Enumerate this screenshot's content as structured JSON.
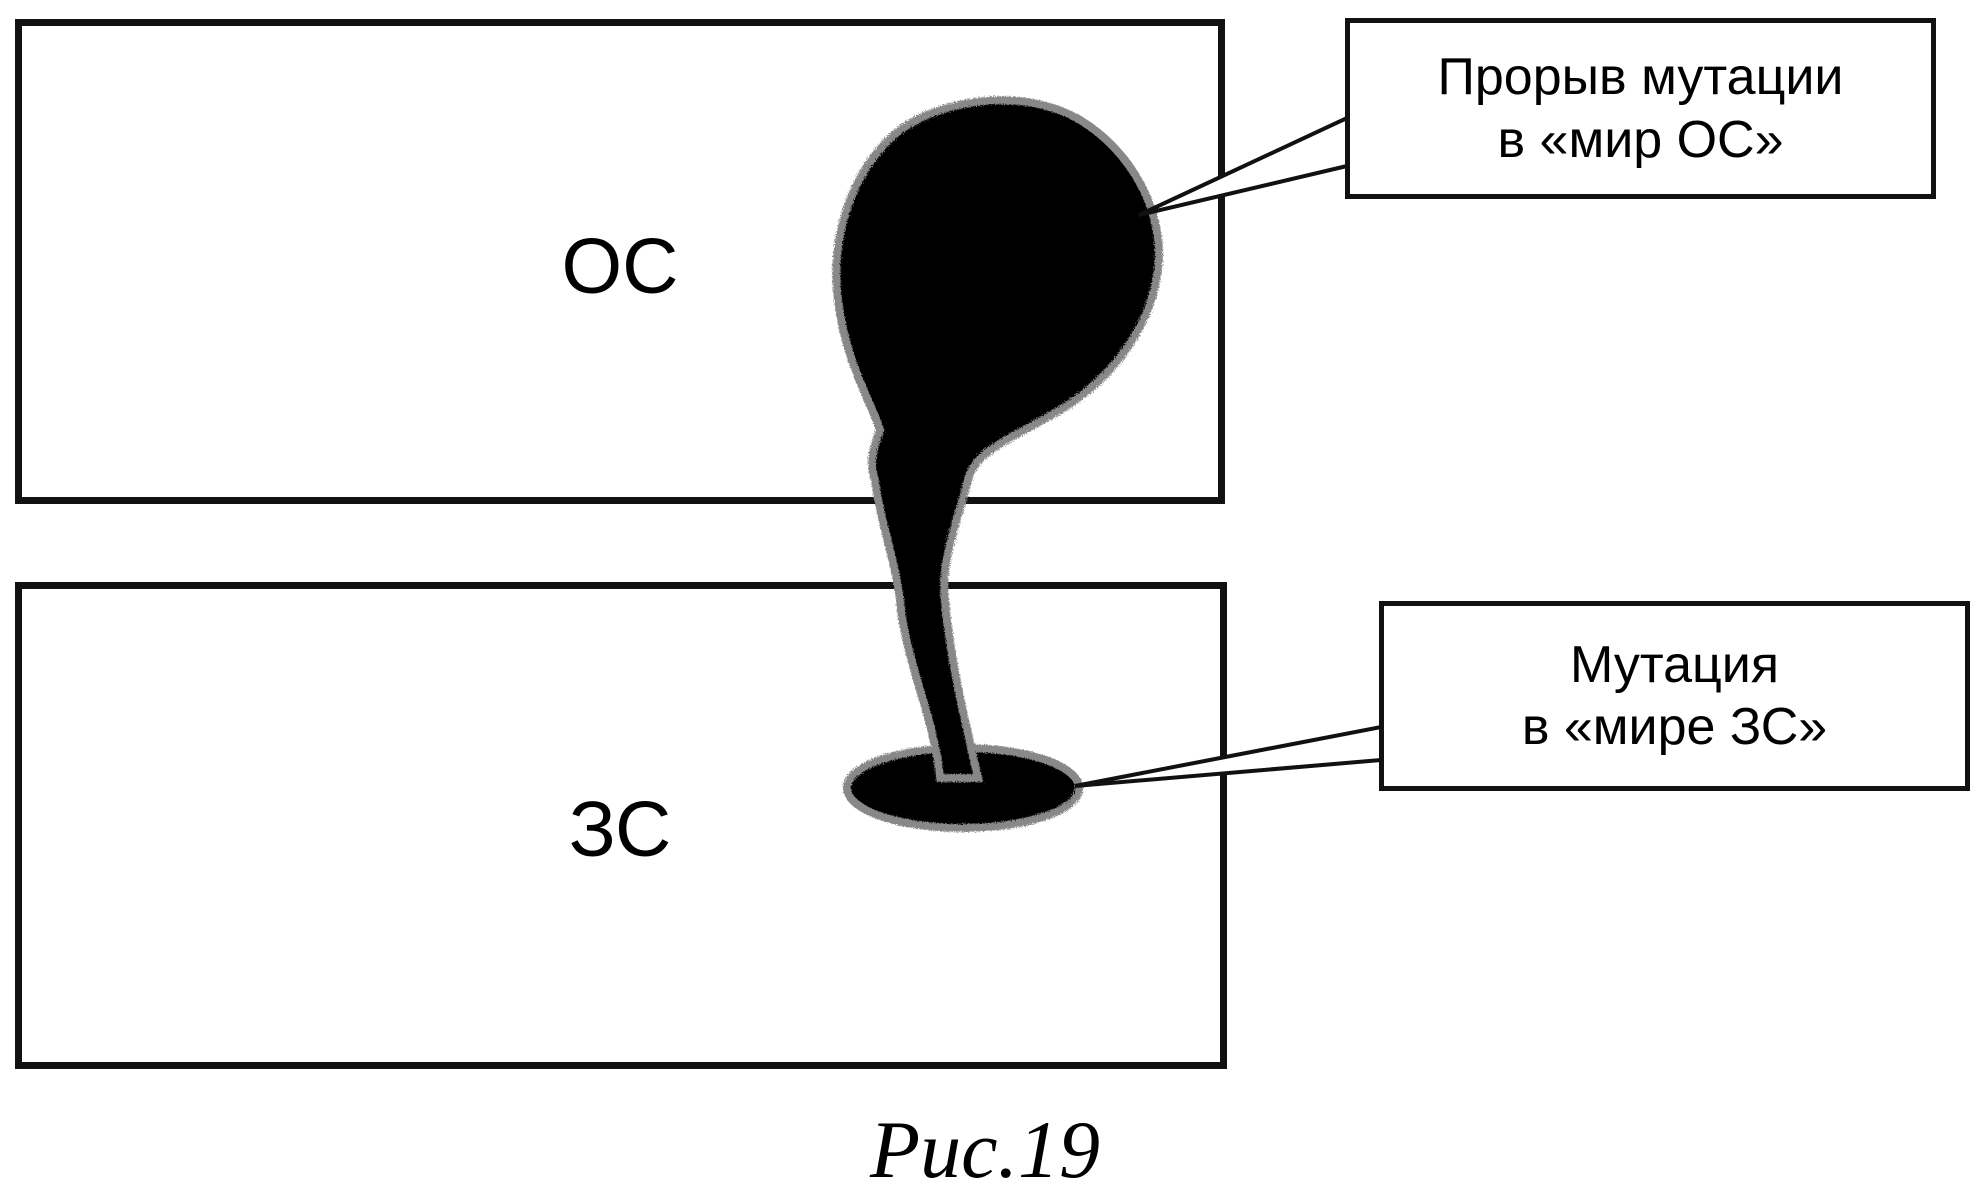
{
  "diagram": {
    "top_box_label": "ОС",
    "bottom_box_label": "ЗС",
    "callout_top": {
      "line1": "Прорыв мутации",
      "line2": "в «мир ОС»"
    },
    "callout_bottom": {
      "line1": "Мутация",
      "line2": "в «мире ЗС»"
    },
    "caption": "Рис.19"
  }
}
